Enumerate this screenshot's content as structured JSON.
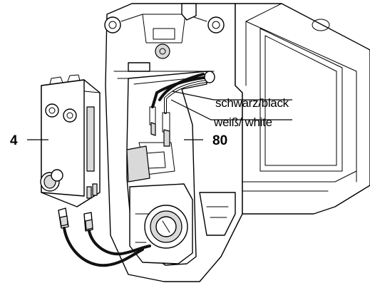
{
  "callouts": {
    "wire_black": "schwarz/black",
    "wire_white": "weiß/ white",
    "part_left": "4",
    "part_right": "80"
  },
  "icons": {
    "appliance_housing": "appliance-housing-icon",
    "switch_module": "switch-module-icon",
    "mounting_bracket": "mounting-bracket-icon",
    "knob_socket": "knob-socket-icon",
    "spade_connector": "spade-connector-icon"
  }
}
